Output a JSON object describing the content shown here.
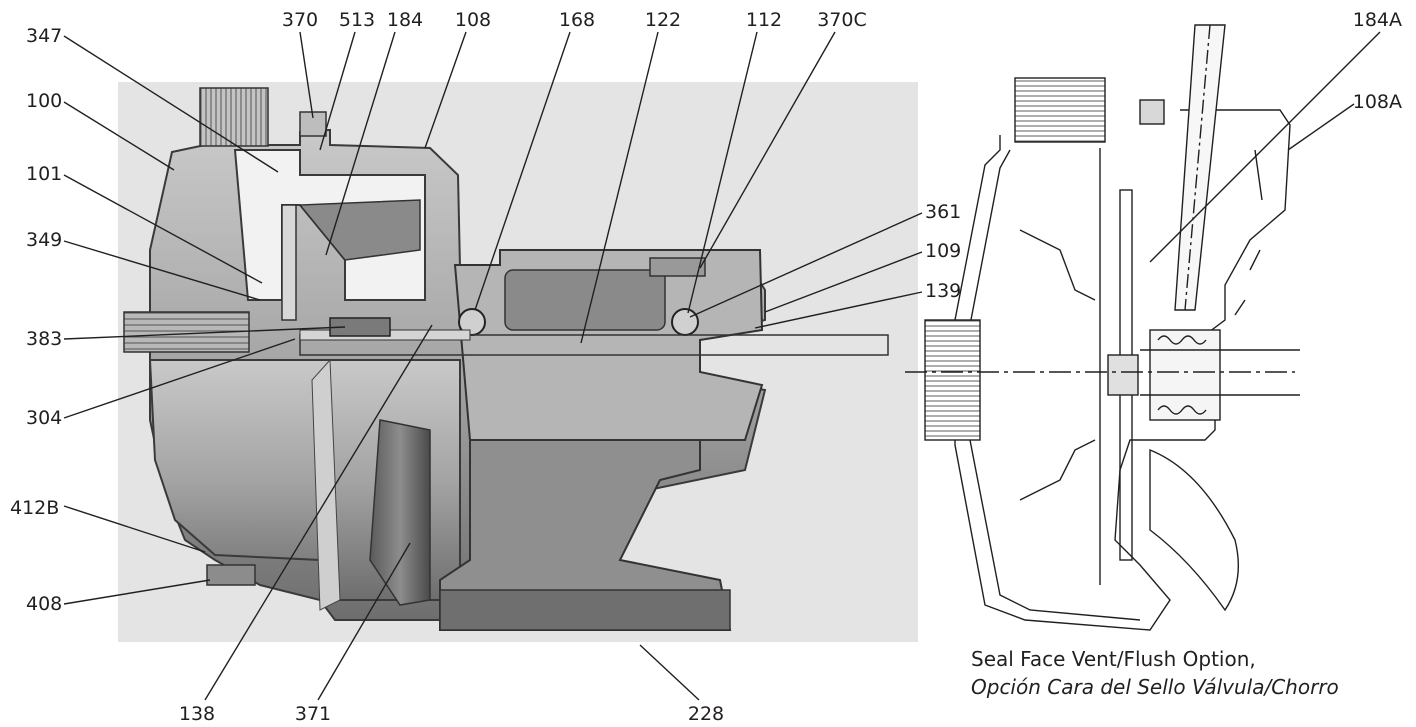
{
  "figure": {
    "part_labels": [
      "370",
      "513",
      "184",
      "108",
      "168",
      "122",
      "112",
      "370C",
      "347",
      "100",
      "101",
      "349",
      "361",
      "109",
      "139",
      "383",
      "304",
      "412B",
      "408",
      "138",
      "371",
      "228",
      "184A",
      "108A"
    ],
    "caption_en": "Seal Face Vent/Flush Option,",
    "caption_es": "Opción Cara del Sello Válvula/Chorro"
  },
  "colors": {
    "ink": "#231f20",
    "casting": "#9a9a9a",
    "background": "#ffffff"
  }
}
